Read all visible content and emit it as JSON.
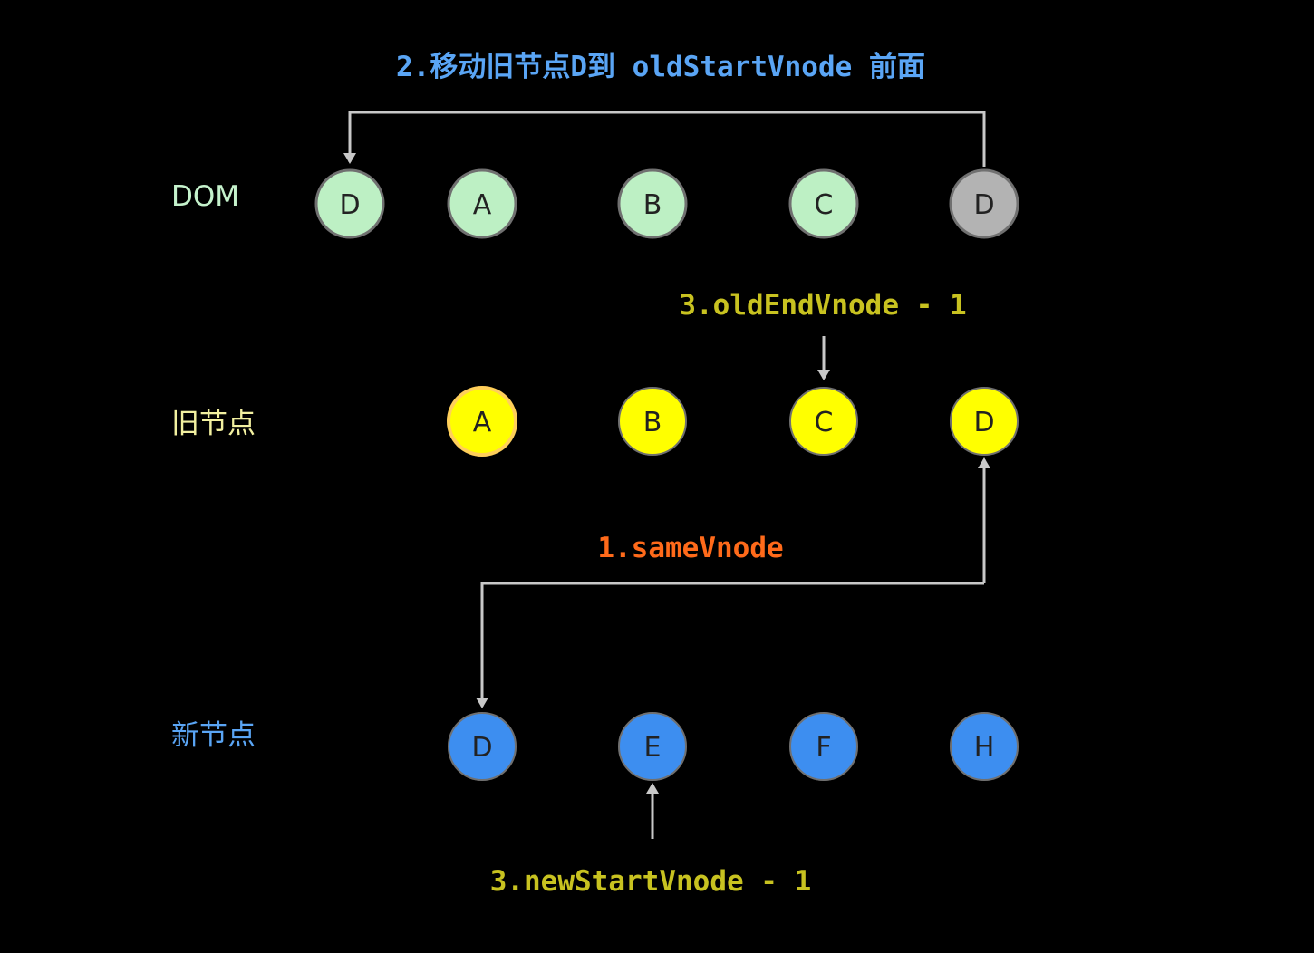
{
  "colors": {
    "background": "#000000",
    "dom_fill": "#bdf0c4",
    "dom_moved_fill": "#b3b3b3",
    "old_fill": "#ffff00",
    "old_highlight_fill": "#ffcf5a",
    "new_fill": "#3d8ef0",
    "node_stroke": "#6f6f6f",
    "node_text": "#222222",
    "arrow": "#c8c8c8",
    "label_dom": "#c5f2cc",
    "label_old": "#f2f0a0",
    "label_new": "#5aa5f5",
    "note_move": "#5aa5f5",
    "note_same": "#ff6a1a",
    "note_step3": "#c8c220"
  },
  "rows": {
    "dom": {
      "label": "DOM",
      "nodes": [
        {
          "letter": "D",
          "state": "inserted"
        },
        {
          "letter": "A",
          "state": "normal"
        },
        {
          "letter": "B",
          "state": "normal"
        },
        {
          "letter": "C",
          "state": "normal"
        },
        {
          "letter": "D",
          "state": "moved"
        }
      ]
    },
    "old": {
      "label": "旧节点",
      "nodes": [
        {
          "letter": "A",
          "state": "start"
        },
        {
          "letter": "B",
          "state": "normal"
        },
        {
          "letter": "C",
          "state": "normal"
        },
        {
          "letter": "D",
          "state": "normal"
        }
      ]
    },
    "new": {
      "label": "新节点",
      "nodes": [
        {
          "letter": "D",
          "state": "normal"
        },
        {
          "letter": "E",
          "state": "normal"
        },
        {
          "letter": "F",
          "state": "normal"
        },
        {
          "letter": "H",
          "state": "normal"
        }
      ]
    }
  },
  "notes": {
    "move": "2.移动旧节点D到 oldStartVnode 前面",
    "same": "1.sameVnode",
    "old_end": "3.oldEndVnode - 1",
    "new_start": "3.newStartVnode - 1"
  }
}
